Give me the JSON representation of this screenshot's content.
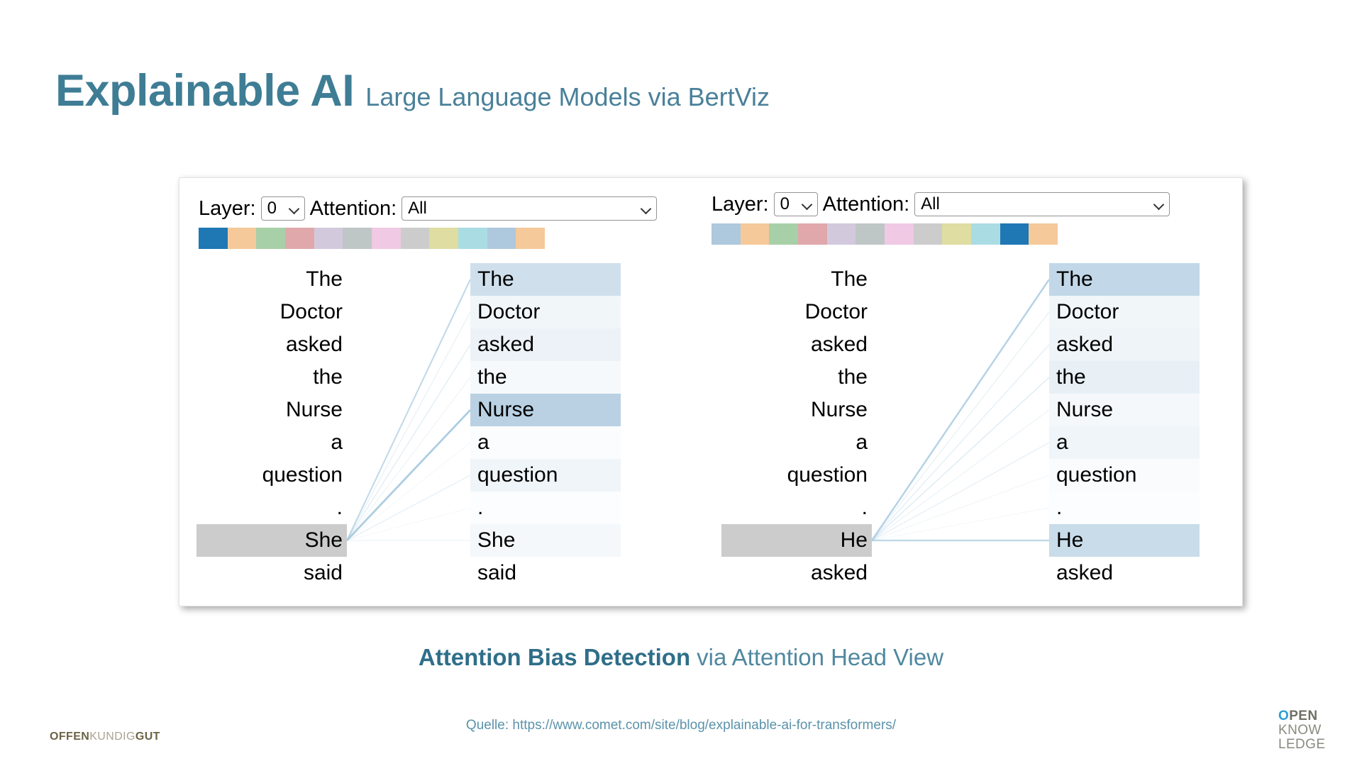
{
  "slide": {
    "title_main": "Explainable AI",
    "title_sub": "Large Language Models via BertViz",
    "caption_strong": "Attention Bias Detection",
    "caption_rest": "via Attention Head View",
    "source": "Quelle: https://www.comet.com/site/blog/explainable-ai-for-transformers/",
    "accent_color": "#3f7d95"
  },
  "logos": {
    "bottom_left": {
      "part1": "OFFEN",
      "part2": "KUNDIG",
      "part3": "GUT"
    },
    "bottom_right": {
      "o": "O",
      "pen": "PEN",
      "line2": "KNOW",
      "line3": "LEDGE"
    }
  },
  "bertviz": {
    "left": {
      "layer_label": "Layer:",
      "layer_value": "0",
      "attention_label": "Attention:",
      "attention_value": "All",
      "head_colors": [
        "#1f77b4",
        "#f5c99a",
        "#a8d0a8",
        "#e0a8ab",
        "#d3c9dd",
        "#bfc6c6",
        "#f0c9e4",
        "#cccccc",
        "#dfdda2",
        "#aadce4",
        "#aec8dd",
        "#f5c99a"
      ],
      "source_tokens": [
        "The",
        "Doctor",
        "asked",
        "the",
        "Nurse",
        "a",
        "question",
        ".",
        "She",
        "said"
      ],
      "selected_source_index": 8,
      "target_tokens": [
        "The",
        "Doctor",
        "asked",
        "the",
        "Nurse",
        "a",
        "question",
        ".",
        "She",
        "said"
      ],
      "target_weights": [
        0.55,
        0.16,
        0.22,
        0.1,
        0.8,
        0.05,
        0.18,
        0.03,
        0.13,
        0.0
      ]
    },
    "right": {
      "layer_label": "Layer:",
      "layer_value": "0",
      "attention_label": "Attention:",
      "attention_value": "All",
      "head_colors": [
        "#aec8dd",
        "#f5c99a",
        "#a8d0a8",
        "#e0a8ab",
        "#d3c9dd",
        "#bfc6c6",
        "#f0c9e4",
        "#cccccc",
        "#dfdda2",
        "#aadce4",
        "#1f77b4",
        "#f5c99a"
      ],
      "source_tokens": [
        "The",
        "Doctor",
        "asked",
        "the",
        "Nurse",
        "a",
        "question",
        ".",
        "He",
        "asked"
      ],
      "selected_source_index": 8,
      "target_tokens": [
        "The",
        "Doctor",
        "asked",
        "the",
        "Nurse",
        "a",
        "question",
        ".",
        "He",
        "asked"
      ],
      "target_weights": [
        0.7,
        0.16,
        0.2,
        0.26,
        0.12,
        0.17,
        0.07,
        0.04,
        0.62,
        0.0
      ]
    },
    "selected_highlight_color": "#cccccc",
    "attention_link_color": "#a8cbe0"
  }
}
